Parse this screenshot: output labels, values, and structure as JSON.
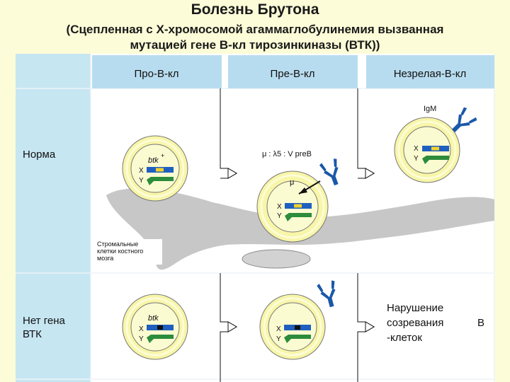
{
  "title": "Болезнь Брутона",
  "subtitle_line1": "(Сцепленная с Х-хромосомой агаммаглобулинемия вызванная",
  "subtitle_line2": "мутацией гене В-кл тирозинкиназы (ВТК))",
  "stages": {
    "pro_b": "Про-В-кл",
    "pre_b": "Пре-В-кл",
    "immature_b": "Незрелая-В-кл"
  },
  "rows": {
    "normal": "Норма",
    "no_gene_line1": "Нет гена",
    "no_gene_line2": "ВТК"
  },
  "labels": {
    "btk": "btk",
    "btk_plus": "+",
    "chrom_x": "X",
    "chrom_y": "Y",
    "mu": "μ",
    "pre_b_receptor": "μ : λ5 : V preB",
    "igm": "IgM",
    "stromal_line1": "Стромальные",
    "stromal_line2": "клетки костного",
    "stromal_line3": "мозга",
    "defect_line1": "Нарушение",
    "defect_line2": "созревания",
    "defect_line3": "-клеток",
    "defect_letter": "В"
  },
  "colors": {
    "page_bg": "#fcfcd8",
    "column_header": "#b8dcef",
    "row_label_bg": "#c6e6f2",
    "grid": "#eef4f8",
    "cell_fill": "#f8f6a8",
    "cell_ring": "#fcfcd8",
    "nucleus_fill": "#fbfbd2",
    "chromosome_green": "#2c8c3c",
    "chromosome_blue": "#1f5fbf",
    "gene_yellow": "#f2d02e",
    "receptor_blue": "#1a58a8",
    "stroma_gray": "#c7c7c7"
  }
}
